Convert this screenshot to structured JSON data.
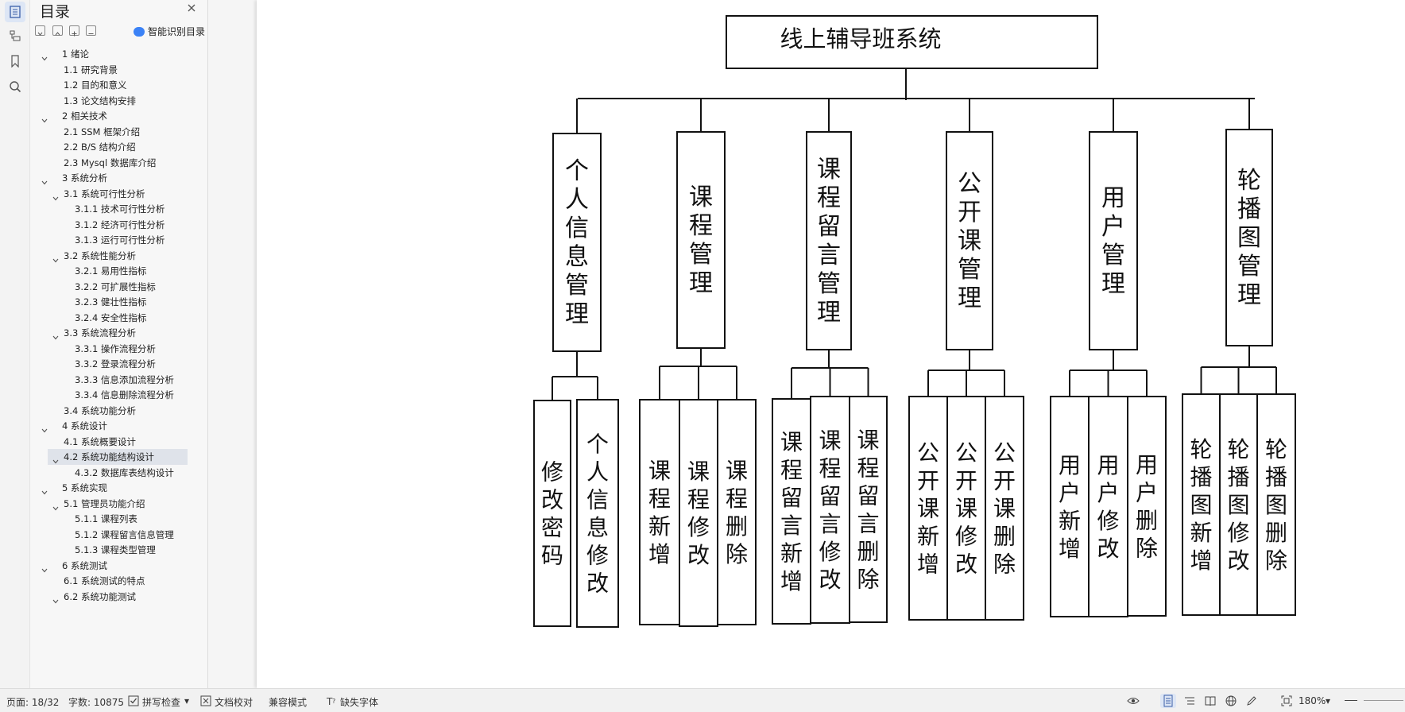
{
  "toc": {
    "title": "目录",
    "smart_label": "智能识别目录",
    "items": [
      {
        "text": "1  绪论",
        "level": 1,
        "expanded": true
      },
      {
        "text": "1.1  研究背景",
        "level": 2
      },
      {
        "text": "1.2  目的和意义",
        "level": 2
      },
      {
        "text": "1.3  论文结构安排",
        "level": 2
      },
      {
        "text": "2  相关技术",
        "level": 1,
        "expanded": true
      },
      {
        "text": "2.1 SSM 框架介绍",
        "level": 2
      },
      {
        "text": "2.2 B/S 结构介绍",
        "level": 2
      },
      {
        "text": "2.3 Mysql 数据库介绍",
        "level": 2
      },
      {
        "text": "3  系统分析",
        "level": 1,
        "expanded": true
      },
      {
        "text": "3.1  系统可行性分析",
        "level": 2,
        "expanded": true
      },
      {
        "text": "3.1.1  技术可行性分析",
        "level": 3
      },
      {
        "text": "3.1.2  经济可行性分析",
        "level": 3
      },
      {
        "text": "3.1.3  运行可行性分析",
        "level": 3
      },
      {
        "text": "3.2  系统性能分析",
        "level": 2,
        "expanded": true
      },
      {
        "text": "3.2.1  易用性指标",
        "level": 3
      },
      {
        "text": "3.2.2  可扩展性指标",
        "level": 3
      },
      {
        "text": "3.2.3  健壮性指标",
        "level": 3
      },
      {
        "text": "3.2.4  安全性指标",
        "level": 3
      },
      {
        "text": "3.3  系统流程分析",
        "level": 2,
        "expanded": true
      },
      {
        "text": "3.3.1  操作流程分析",
        "level": 3
      },
      {
        "text": "3.3.2  登录流程分析",
        "level": 3
      },
      {
        "text": "3.3.3  信息添加流程分析",
        "level": 3
      },
      {
        "text": "3.3.4  信息删除流程分析",
        "level": 3
      },
      {
        "text": "3.4  系统功能分析",
        "level": 2
      },
      {
        "text": "4  系统设计",
        "level": 1,
        "expanded": true
      },
      {
        "text": "4.1  系统概要设计",
        "level": 2
      },
      {
        "text": "4.2  系统功能结构设计",
        "level": 2,
        "expanded": true,
        "selected": true
      },
      {
        "text": "4.3.2  数据库表结构设计",
        "level": 3
      },
      {
        "text": "5  系统实现",
        "level": 1,
        "expanded": true
      },
      {
        "text": "5.1  管理员功能介绍",
        "level": 2,
        "expanded": true
      },
      {
        "text": "5.1.1  课程列表",
        "level": 3
      },
      {
        "text": "5.1.2  课程留言信息管理",
        "level": 3
      },
      {
        "text": "5.1.3 课程类型管理",
        "level": 3
      },
      {
        "text": "6  系统测试",
        "level": 1,
        "expanded": true
      },
      {
        "text": "6.1  系统测试的特点",
        "level": 2
      },
      {
        "text": "6.2  系统功能测试",
        "level": 2,
        "expanded": true
      }
    ]
  },
  "diagram": {
    "root": "线上辅导班系统",
    "modules": [
      {
        "label": "个人信息管理",
        "children": [
          "修改密码",
          "个人信息修改"
        ]
      },
      {
        "label": "课程管理",
        "children": [
          "课程新增",
          "课程修改",
          "课程删除"
        ]
      },
      {
        "label": "课程留言管理",
        "children": [
          "课程留言新增",
          "课程留言修改",
          "课程留言删除"
        ]
      },
      {
        "label": "公开课管理",
        "children": [
          "公开课新增",
          "公开课修改",
          "公开课删除"
        ]
      },
      {
        "label": "用户管理",
        "children": [
          "用户新增",
          "用户修改",
          "用户删除"
        ]
      },
      {
        "label": "轮播图管理",
        "children": [
          "轮播图新增",
          "轮播图修改",
          "轮播图删除"
        ]
      }
    ]
  },
  "status": {
    "page": "页面: 18/32",
    "words": "字数: 10875",
    "spell": "拼写检查",
    "proof": "文档校对",
    "compat": "兼容模式",
    "missing_font": "缺失字体",
    "zoom": "180%"
  }
}
